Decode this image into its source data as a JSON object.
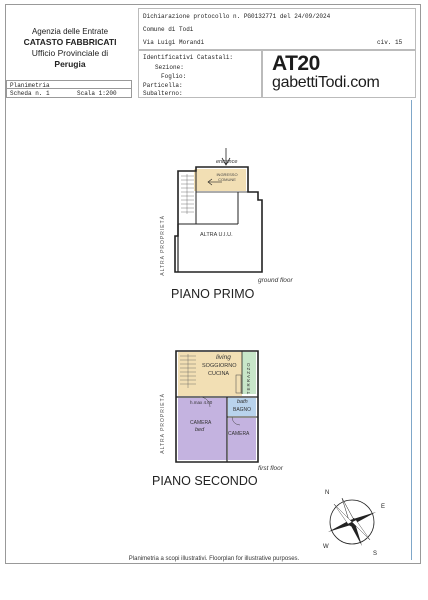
{
  "agency": {
    "line1": "Agenzia delle Entrate",
    "line2": "CATASTO FABBRICATI",
    "line3": "Ufficio Provinciale di",
    "line4": "Perugia"
  },
  "header": {
    "dichiarazione": "Dichiarazione protocollo n. PG0132771 del 24/09/2024",
    "comune": "Comune di Todi",
    "indirizzo": "Via Luigi Morandi",
    "civ": "civ. 15"
  },
  "identificativi": {
    "title": "Identificativi Catastali:",
    "sezione": "Sezione:",
    "foglio": "Foglio:",
    "particella": "Particella:",
    "subalterno": "Subalterno:"
  },
  "logo": {
    "line1": "AT20",
    "line2": "gabettiTodi.com"
  },
  "planimetria": {
    "title": "Planimetria",
    "scheda": "Scheda n. 1",
    "scala": "Scala 1:200"
  },
  "floor1": {
    "title": "PIANO PRIMO",
    "subtitle": "ground floor",
    "entrance": "entrance",
    "ingresso": "INGRESSO COMUNE",
    "altra_uiu": "ALTRA U.I.U.",
    "altra_proprieta": "ALTRA PROPRIETÀ"
  },
  "floor2": {
    "title": "PIANO SECONDO",
    "subtitle": "first floor",
    "living": "living",
    "soggiorno": "SOGGIORNO",
    "cucina": "CUCINA",
    "terrazzo": "TERRAZZO",
    "hmax": "h.max 4.00",
    "bath": "bath",
    "bagno": "BAGNO",
    "camera1": "CAMERA",
    "bed": "bed",
    "camera2": "CAMERA",
    "altra_proprieta": "ALTRA PROPRIETÀ"
  },
  "compass": {
    "n": "N",
    "e": "E",
    "s": "S",
    "w": "W"
  },
  "footer": {
    "note": "Planimetria a scopi illustrativi. Floorplan for illustrative purposes."
  },
  "colors": {
    "living": "#f2dfb4",
    "bedroom": "#c4b3e0",
    "bath": "#b9d3ec",
    "terrace": "#c8e6c9",
    "entrance": "#f2dfb4"
  }
}
